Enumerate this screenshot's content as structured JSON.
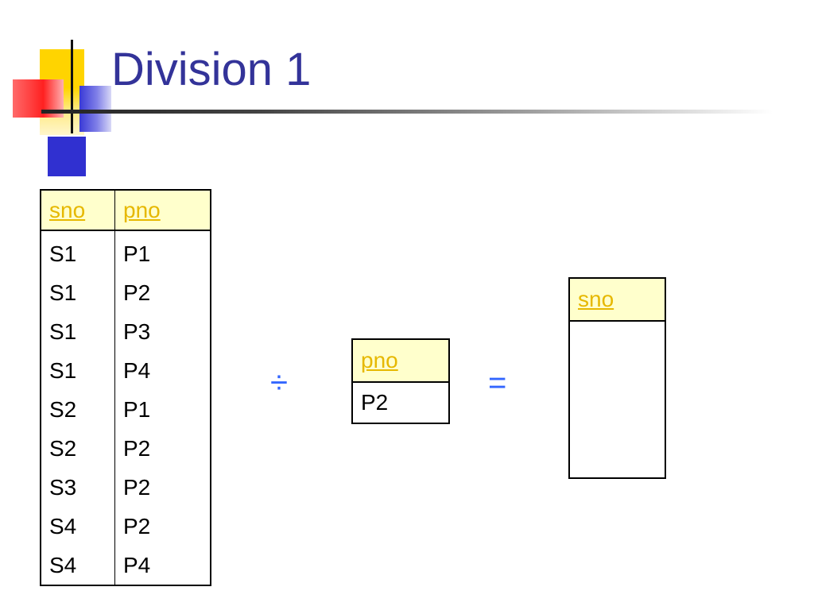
{
  "slide": {
    "title": "Division 1"
  },
  "table_sp": {
    "headers": [
      "sno",
      "pno"
    ],
    "rows": [
      [
        "S1",
        "P1"
      ],
      [
        "S1",
        "P2"
      ],
      [
        "S1",
        "P3"
      ],
      [
        "S1",
        "P4"
      ],
      [
        "S2",
        "P1"
      ],
      [
        "S2",
        "P2"
      ],
      [
        "S3",
        "P2"
      ],
      [
        "S4",
        "P2"
      ],
      [
        "S4",
        "P4"
      ]
    ]
  },
  "operators": {
    "divide": "÷",
    "equals": "="
  },
  "table_p": {
    "headers": [
      "pno"
    ],
    "rows": [
      [
        "P2"
      ]
    ]
  },
  "table_result": {
    "headers": [
      "sno"
    ],
    "rows": []
  },
  "colors": {
    "title": "#333399",
    "header_text": "#e6b800",
    "header_background": "#ffffcc",
    "operator": "#3366ff",
    "accent_yellow": "#ffd400",
    "accent_red": "#ff3a3a",
    "accent_blue": "#3030d0"
  }
}
